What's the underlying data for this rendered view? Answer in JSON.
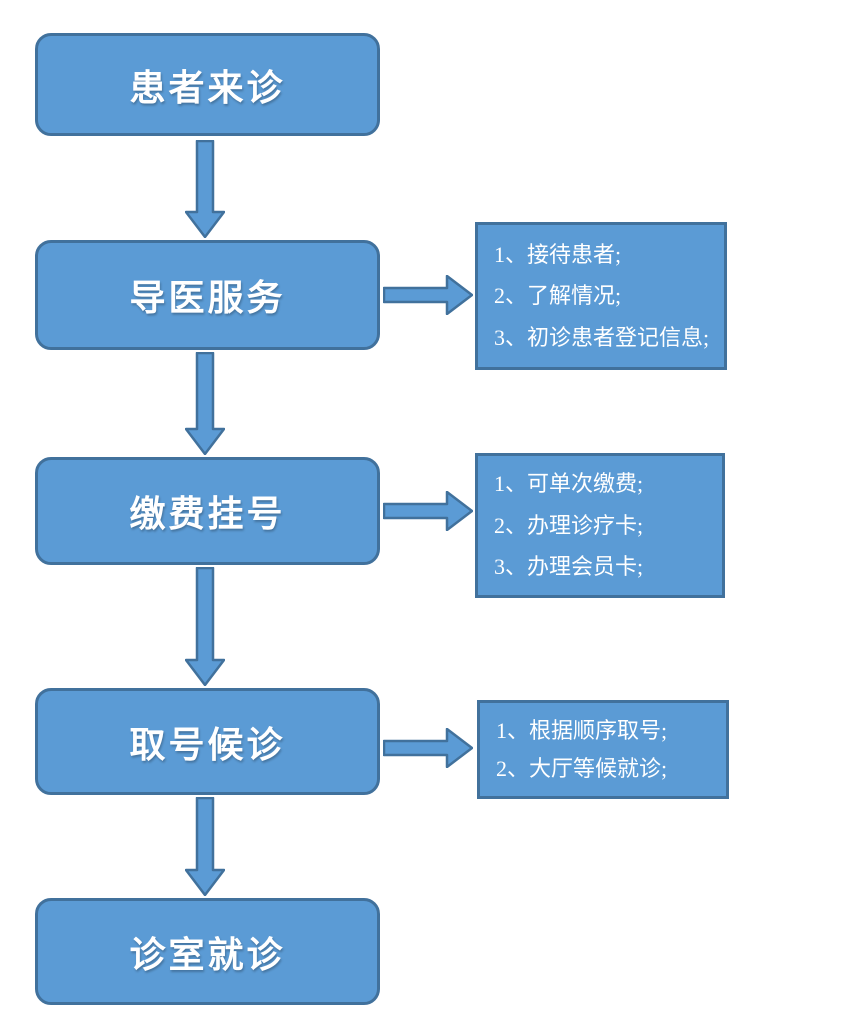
{
  "colors": {
    "box_fill": "#5B9BD5",
    "box_border": "#41719C",
    "text": "#FFFFFF",
    "background": "#FFFFFF"
  },
  "flow": {
    "steps": [
      {
        "id": "patient-arrival",
        "label": "患者来诊"
      },
      {
        "id": "guide-service",
        "label": "导医服务"
      },
      {
        "id": "payment-registration",
        "label": "缴费挂号"
      },
      {
        "id": "number-waiting",
        "label": "取号候诊"
      },
      {
        "id": "room-consultation",
        "label": "诊室就诊"
      }
    ]
  },
  "annotations": [
    {
      "for_step": "guide-service",
      "items": [
        "1、接待患者;",
        "2、了解情况;",
        "3、初诊患者登记信息;"
      ]
    },
    {
      "for_step": "payment-registration",
      "items": [
        "1、可单次缴费;",
        "2、办理诊疗卡;",
        "3、办理会员卡;"
      ]
    },
    {
      "for_step": "number-waiting",
      "items": [
        "1、根据顺序取号;",
        "2、大厅等候就诊;"
      ]
    }
  ]
}
